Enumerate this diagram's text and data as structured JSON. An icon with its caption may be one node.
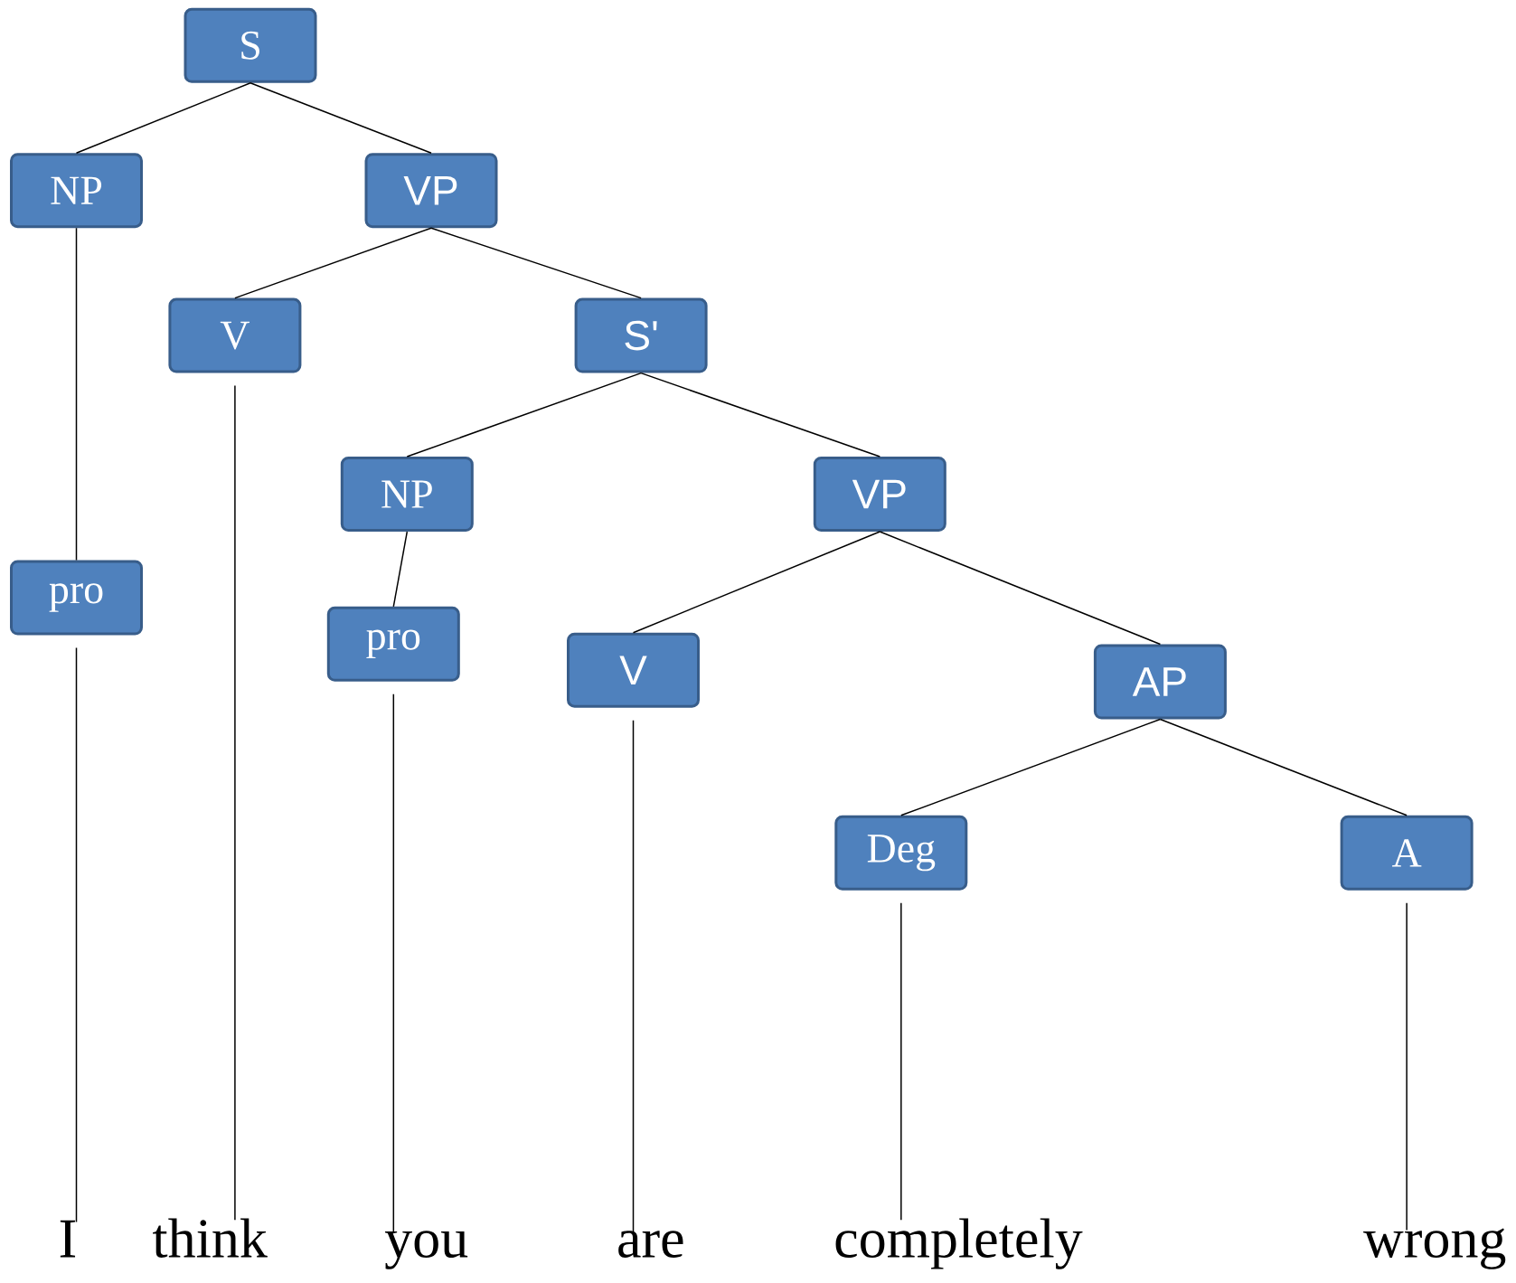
{
  "diagram": {
    "nodes": [
      {
        "text": [
          "S"
        ]
      },
      {
        "text": [
          "NP"
        ]
      },
      {
        "text": [
          "VP"
        ]
      },
      {
        "text": [
          "V"
        ]
      },
      {
        "text": [
          "S'"
        ]
      },
      {
        "text": [
          "NP"
        ]
      },
      {
        "text": [
          "VP"
        ]
      },
      {
        "text": [
          "pro"
        ]
      },
      {
        "text": [
          "pro"
        ]
      },
      {
        "text": [
          "V"
        ]
      },
      {
        "text": [
          "AP"
        ]
      },
      {
        "text": [
          "Deg"
        ]
      },
      {
        "text": [
          "A"
        ]
      },
      {
        "text": [
          "I"
        ]
      },
      {
        "text": [
          "think"
        ]
      },
      {
        "text": [
          "you"
        ]
      },
      {
        "text": [
          "are"
        ]
      },
      {
        "text": [
          "completely"
        ]
      },
      {
        "text": [
          "wrong"
        ]
      }
    ],
    "edges": [
      {
        "from": 0,
        "to": 1,
        "arrow": "none"
      },
      {
        "from": 0,
        "to": 2,
        "arrow": "none"
      },
      {
        "from": 1,
        "to": 7,
        "arrow": "none"
      },
      {
        "from": 2,
        "to": 3,
        "arrow": "none"
      },
      {
        "from": 2,
        "to": 4,
        "arrow": "none"
      },
      {
        "from": 4,
        "to": 5,
        "arrow": "none"
      },
      {
        "from": 4,
        "to": 6,
        "arrow": "none"
      },
      {
        "from": 5,
        "to": 8,
        "arrow": "none"
      },
      {
        "from": 6,
        "to": 9,
        "arrow": "none"
      },
      {
        "from": 6,
        "to": 10,
        "arrow": "none"
      },
      {
        "from": 10,
        "to": 11,
        "arrow": "none"
      },
      {
        "from": 10,
        "to": 12,
        "arrow": "none"
      },
      {
        "from": 7,
        "to": 13,
        "arrow": "none"
      },
      {
        "from": 3,
        "to": 14,
        "arrow": "none"
      },
      {
        "from": 8,
        "to": 15,
        "arrow": "none"
      },
      {
        "from": 9,
        "to": 16,
        "arrow": "none"
      },
      {
        "from": 11,
        "to": 17,
        "arrow": "none"
      },
      {
        "from": 12,
        "to": 18,
        "arrow": "none"
      }
    ]
  }
}
